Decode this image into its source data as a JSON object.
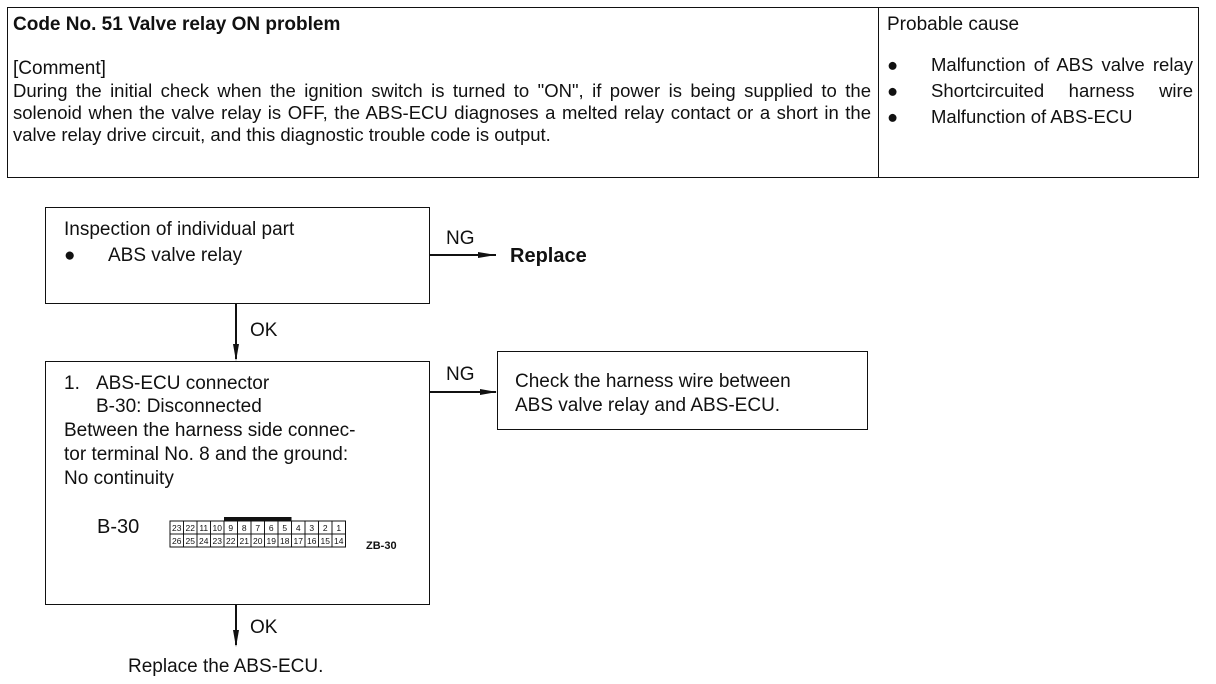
{
  "header": {
    "title": "Code No. 51 Valve relay ON problem",
    "comment_label": "[Comment]",
    "comment_text": "During the initial check when the ignition switch is turned to \"ON\", if power is being supplied to the solenoid when the valve relay is OFF, the ABS-ECU diagnoses a melted relay contact or a short in the valve relay drive circuit, and this diagnostic trouble code is output.",
    "probable_cause_heading": "Probable cause",
    "probable_causes": [
      "Malfunction of ABS valve relay",
      "Shortcircuited harness wire",
      "Malfunction of ABS-ECU"
    ],
    "bullet": "●"
  },
  "flow": {
    "step1": {
      "title": "Inspection of individual part",
      "bullet": "●",
      "item": "ABS valve relay"
    },
    "step1_ng_label": "NG",
    "step1_ng_action": "Replace",
    "step1_ok_label": "OK",
    "step2": {
      "number": "1.",
      "line1": "ABS-ECU connector",
      "line2": "B-30: Disconnected",
      "line3": "Between the harness side connec-",
      "line4": "tor terminal No. 8 and the ground:",
      "line5": "No continuity",
      "connector_label": "B-30",
      "connector_tag": "ZB-30",
      "connector_top_row": [
        "23",
        "22",
        "11",
        "10",
        "9",
        "8",
        "7",
        "6",
        "5",
        "4",
        "3",
        "2",
        "1"
      ],
      "connector_bottom_row": [
        "26",
        "25",
        "24",
        "23",
        "22",
        "21",
        "20",
        "19",
        "18",
        "17",
        "16",
        "15",
        "14"
      ]
    },
    "step2_ng_label": "NG",
    "step2_ng_action_line1": "Check the harness wire between",
    "step2_ng_action_line2": "ABS valve relay and ABS-ECU.",
    "step2_ok_label": "OK",
    "final_action": "Replace the ABS-ECU."
  }
}
